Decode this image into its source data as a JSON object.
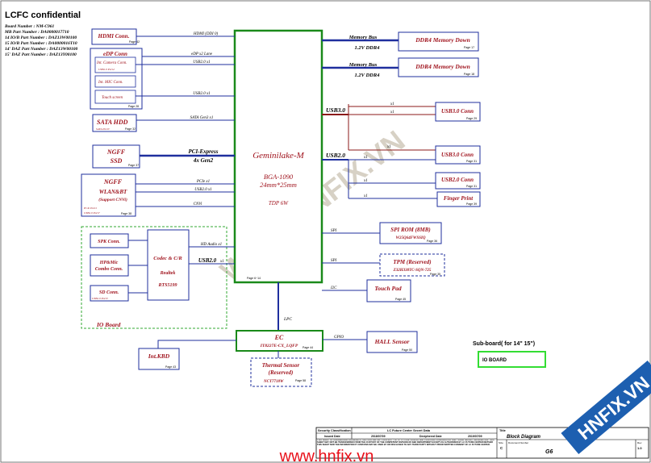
{
  "header": {
    "title": "LCFC confidential",
    "info": [
      "Board Number : NM-C961",
      "MB Part Number : DA0000017710",
      "14 IO/B Part Number : DAZ13W00100",
      "15 IO/B Part Number : DA0000016T10",
      "14' DAZ Part Number : DAZ13W00100",
      "15' DAZ Part Number : DAZ13Y00100"
    ]
  },
  "cpu": {
    "name": "Geminilake-M",
    "package": "BGA-1090",
    "size": "24mm*25mm",
    "tdp": "TDP 6W",
    "page": "Page 6~14"
  },
  "left_blocks": {
    "hdmi": {
      "label": "HDMI Conn.",
      "page": "Page 42",
      "bus": "HDMI (DDI 0)"
    },
    "edp": {
      "label": "eDP Conn",
      "page": "Page 28",
      "bus1": "eDP x2 Lane",
      "bus2": "USB2.0 x1"
    },
    "camera": {
      "label": "Int. Camera Conn.",
      "sub": "USB2.0 Port4"
    },
    "mic": {
      "label": "Int. MIC Conn."
    },
    "touch": {
      "label": "Touch screen",
      "bus": "USB2.0 x1"
    },
    "sata": {
      "label": "SATA HDD",
      "sub": "SATA Port0",
      "page": "Page 32",
      "bus": "SATA Gen3 x1"
    },
    "ngff_ssd": {
      "label1": "NGFF",
      "label2": "SSD",
      "page": "Page 37",
      "bus1": "PCI-Express",
      "bus2": "4x Gen2"
    },
    "ngff_wlan": {
      "label1": "NGFF",
      "label2": "WLAN&BT",
      "label3": "(Support CNVi)",
      "sub1": "PCIe Port1",
      "sub2": "USB2.0 Port7",
      "page": "Page 38",
      "bus1": "PCIe x1",
      "bus2": "USB2.0 x1",
      "bus3": "CNVi"
    }
  },
  "io_board": {
    "label": "IO Board",
    "spk": "SPK Conn.",
    "hp1": "HP&Mic",
    "hp2": "Combo Conn.",
    "sd": "SD Conn.",
    "sd_sub": "USB2.0 Port3",
    "codec1": "Codec & C/R",
    "codec2": "Realtek",
    "codec3": "RTS5199",
    "bus_hda": "HD Audio x1",
    "bus_usb": "USB2.0"
  },
  "right_blocks": {
    "memory_bus_label": "Memory Bus",
    "ddr1": {
      "label": "DDR4 Memory Down",
      "page": "Page 17",
      "bus": "1.2V  DDR4"
    },
    "ddr2": {
      "label": "DDR4 Memory Down",
      "page": "Page 18",
      "bus": "1.2V  DDR4"
    },
    "usb3_label": "USB3.0",
    "usb2_label": "USB2.0",
    "usb30_conn": {
      "label": "USB3.0 Conn",
      "page": "Page 29"
    },
    "usb30_conn2": {
      "label": "USB3.0 Conn",
      "page": "Page 31"
    },
    "usb20_conn": {
      "label": "USB2.0 Conn",
      "page": "Page 31"
    },
    "finger": {
      "label": "Finger Print",
      "page": "Page 39"
    },
    "x1": "x1",
    "spi_rom": {
      "label": "SPI ROM (8MB)",
      "part": "W25Q64FWSSIQ",
      "page": "Page 36",
      "bus": "SPI"
    },
    "tpm": {
      "label": "TPM  (Reserved)",
      "part": "Z32H330TC-SQN-725",
      "page": "Page 35",
      "bus": "SPI"
    },
    "touchpad": {
      "label": "Touch Pad",
      "page": "Page 45",
      "bus": "I2C"
    }
  },
  "ec": {
    "label": "EC",
    "part": "IT8227E-CX_LQFP",
    "page": "Page 44",
    "lpc": "LPC",
    "gpio": "GPIO",
    "hall": {
      "label": "HALL Sensor",
      "page": "Page 50"
    },
    "kbd": {
      "label": "Int.KBD",
      "page": "Page 43"
    },
    "thermal": {
      "label1": "Thermal Sensor",
      "label2": "(Reserved)",
      "part": "NCT7718W",
      "page": "Page 58"
    }
  },
  "subboard": {
    "title": "Sub-board( for 14\"  15\")",
    "box": "IO BOARD"
  },
  "title_block": {
    "security": "Security Classification",
    "secret": "LC Future Center Secret Data",
    "issued": "Issued Date",
    "issued_val": "2018/07/09",
    "deciphered": "Deciphered Date",
    "deciphered_val": "2019/07/09",
    "title": "Title",
    "title_val": "Block Diagram",
    "docnum": "Document Number",
    "rev": "Rev",
    "rev_val": "1.0",
    "size": "Size",
    "size_val": "C",
    "model": "G6",
    "legal": "THIS SHEET OF ENGINEERING DRAWING IS THE PROPRIETARY PROPERTY OF LC FUTURE CENTER AND CONTAINS CONFIDENTIAL AND TRADE SECRET INFORMATION. THIS SHEET MAY NOT BE TRANSFERRED FROM THE CUSTODY OF THE COMPETENT DIVISION OF R&D DEPARTMENT EXCEPT AS AUTHORIZED BY LC FUTURE CENTER NEITHER THIS SHEET NOR THE INFORMATION IT CONTAINS MAY BE USED BY OR DISCLOSED TO ANY THIRD PARTY WITHOUT PRIOR WRITTEN CONSENT OF LC FUTURE CENTER."
  },
  "watermark": {
    "diag": "WWW.HNFIX.VN",
    "bottom": "www.hnfix.vn",
    "corner": "HNFIX.VN"
  },
  "colors": {
    "block": "#1f2f9e",
    "text": "#a0141e",
    "cpu": "#1a8a1a",
    "io": "#33aa33",
    "usb3line": "#8b1a1a"
  }
}
